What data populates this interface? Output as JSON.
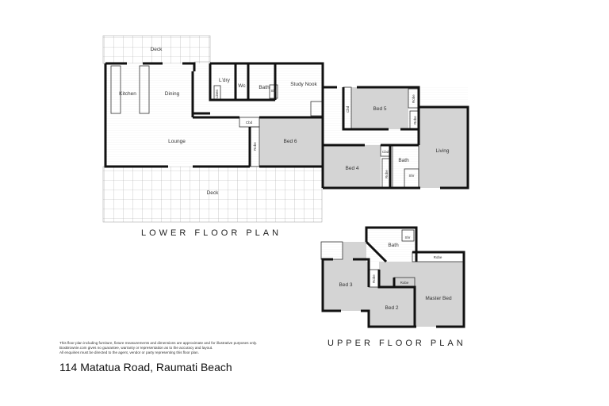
{
  "lower_floor": {
    "title": "LOWER FLOOR PLAN",
    "rooms": {
      "deck_top": "Deck",
      "kitchen": "Kitchen",
      "dining": "Dining",
      "laundry": "L'dry",
      "linen": "Linen",
      "wc": "Wc",
      "bath": "Bath",
      "shower": "Shr",
      "study": "Study Nook",
      "lounge": "Lounge",
      "cbd": "Cbd",
      "robe": "Robe",
      "bed6": "Bed 6",
      "deck_bottom": "Deck",
      "bed5_cbd": "Cbd",
      "bed5": "Bed 5",
      "bed5_robe1": "Robe",
      "bed5_robe2": "Robe",
      "living": "Living",
      "bed4": "Bed 4",
      "bed4_cbd": "Cbd",
      "bed4_robe": "Robe",
      "bath2": "Bath",
      "shower2": "Shr"
    }
  },
  "upper_floor": {
    "title": "UPPER FLOOR PLAN",
    "rooms": {
      "bath": "Bath",
      "shower": "Shr",
      "robe_master": "Robe",
      "bed3": "Bed 3",
      "bed3_robe": "Robe",
      "bed2_robe": "Robe",
      "bed2": "Bed 2",
      "master": "Master Bed"
    }
  },
  "disclaimer": [
    "This floor plan including furniture, fixture measurements and dimensions are approximate and for illustrative purposes only.",
    "BoxBrownie.com gives no guarantee, warranty or representation as to the accuracy and layout.",
    "All enquiries must be directed to the agent, vendor or party representing this floor plan."
  ],
  "address": "114 Matatua Road, Raumati Beach",
  "colors": {
    "wall": "#111111",
    "room_fill": "#d4d4d4",
    "floor": "#ffffff"
  }
}
